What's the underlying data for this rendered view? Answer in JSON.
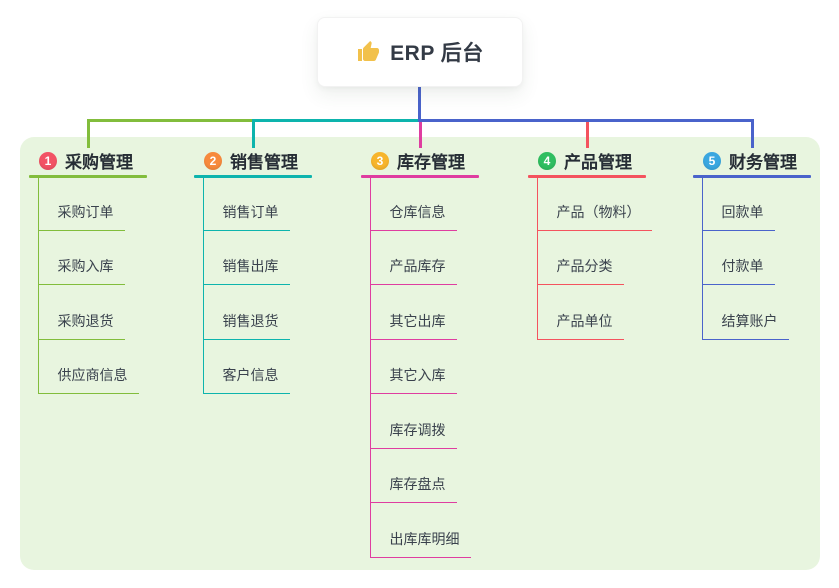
{
  "root": {
    "label": "ERP 后台",
    "icon": "thumbs-up-icon"
  },
  "theme": {
    "canvas_bg": "#ffffff",
    "panel_bg": "#e8f5df",
    "root_text_color": "#333a45",
    "header_text_color": "#262d35",
    "child_text_color": "#3a424d",
    "root_connector_color": "#4a63cb",
    "thumb_icon_color": "#f2c14b"
  },
  "branches": [
    {
      "number": "1",
      "label": "采购管理",
      "badge_color": "#f25365",
      "line_color": "#82bd3c",
      "children": [
        "采购订单",
        "采购入库",
        "采购退货",
        "供应商信息"
      ]
    },
    {
      "number": "2",
      "label": "销售管理",
      "badge_color": "#f78a3d",
      "line_color": "#0db4ad",
      "children": [
        "销售订单",
        "销售出库",
        "销售退货",
        "客户信息"
      ]
    },
    {
      "number": "3",
      "label": "库存管理",
      "badge_color": "#f7b52c",
      "line_color": "#df3da0",
      "children": [
        "仓库信息",
        "产品库存",
        "其它出库",
        "其它入库",
        "库存调拨",
        "库存盘点",
        "出库库明细"
      ]
    },
    {
      "number": "4",
      "label": "产品管理",
      "badge_color": "#2fbe60",
      "line_color": "#f4535e",
      "children": [
        "产品（物料）",
        "产品分类",
        "产品单位"
      ]
    },
    {
      "number": "5",
      "label": "财务管理",
      "badge_color": "#3aa7e0",
      "line_color": "#4a63cb",
      "children": [
        "回款单",
        "付款单",
        "结算账户"
      ]
    }
  ]
}
